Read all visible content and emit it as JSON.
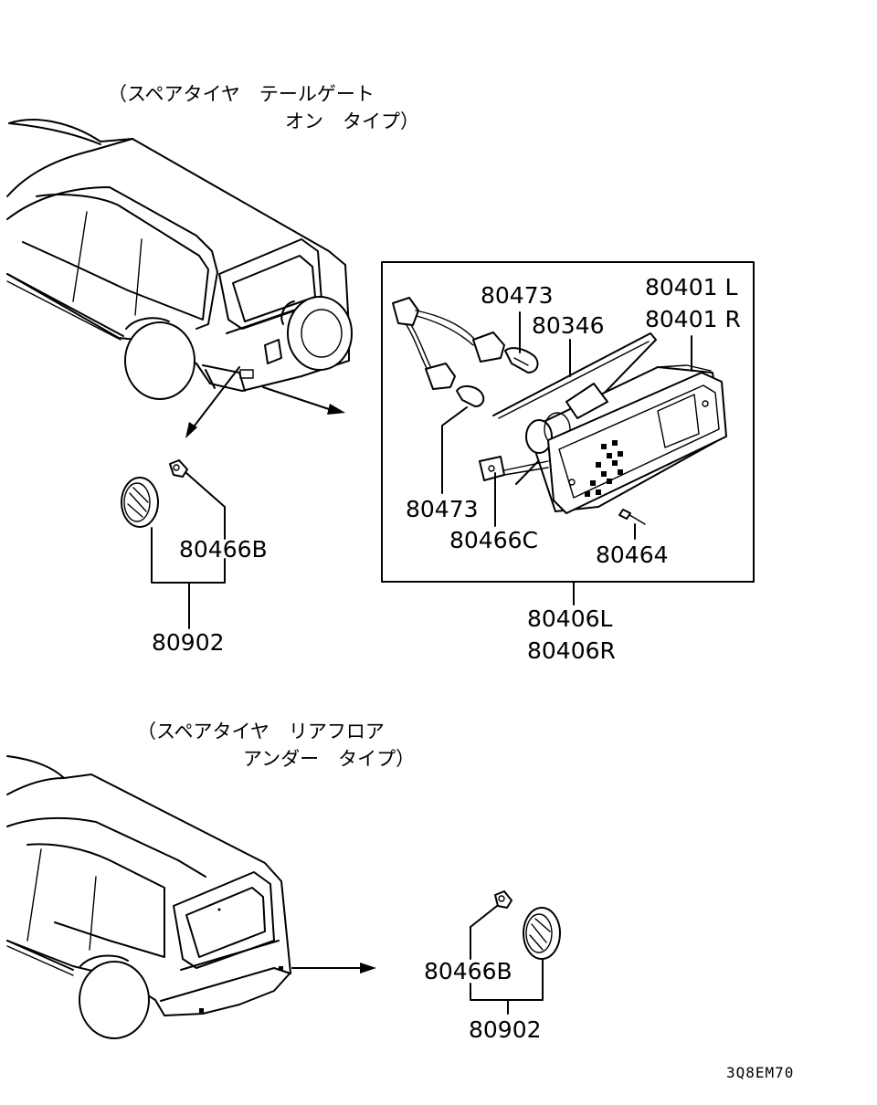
{
  "captions": {
    "top_line1": "（スペアタイヤ　テールゲート",
    "top_line2": "オン　タイプ）",
    "bottom_line1": "（スペアタイヤ　リアフロア",
    "bottom_line2": "アンダー　タイプ）"
  },
  "parts": {
    "p80473_top": "80473",
    "p80346": "80346",
    "p80401L": "80401 L",
    "p80401R": "80401 R",
    "p80473_bottom": "80473",
    "p80466C": "80466C",
    "p80464": "80464",
    "p80406L": "80406L",
    "p80406R": "80406R",
    "p80466B_top": "80466B",
    "p80902_top": "80902",
    "p80466B_bottom": "80466B",
    "p80902_bottom": "80902"
  },
  "diagram_code": "3Q8EM70"
}
